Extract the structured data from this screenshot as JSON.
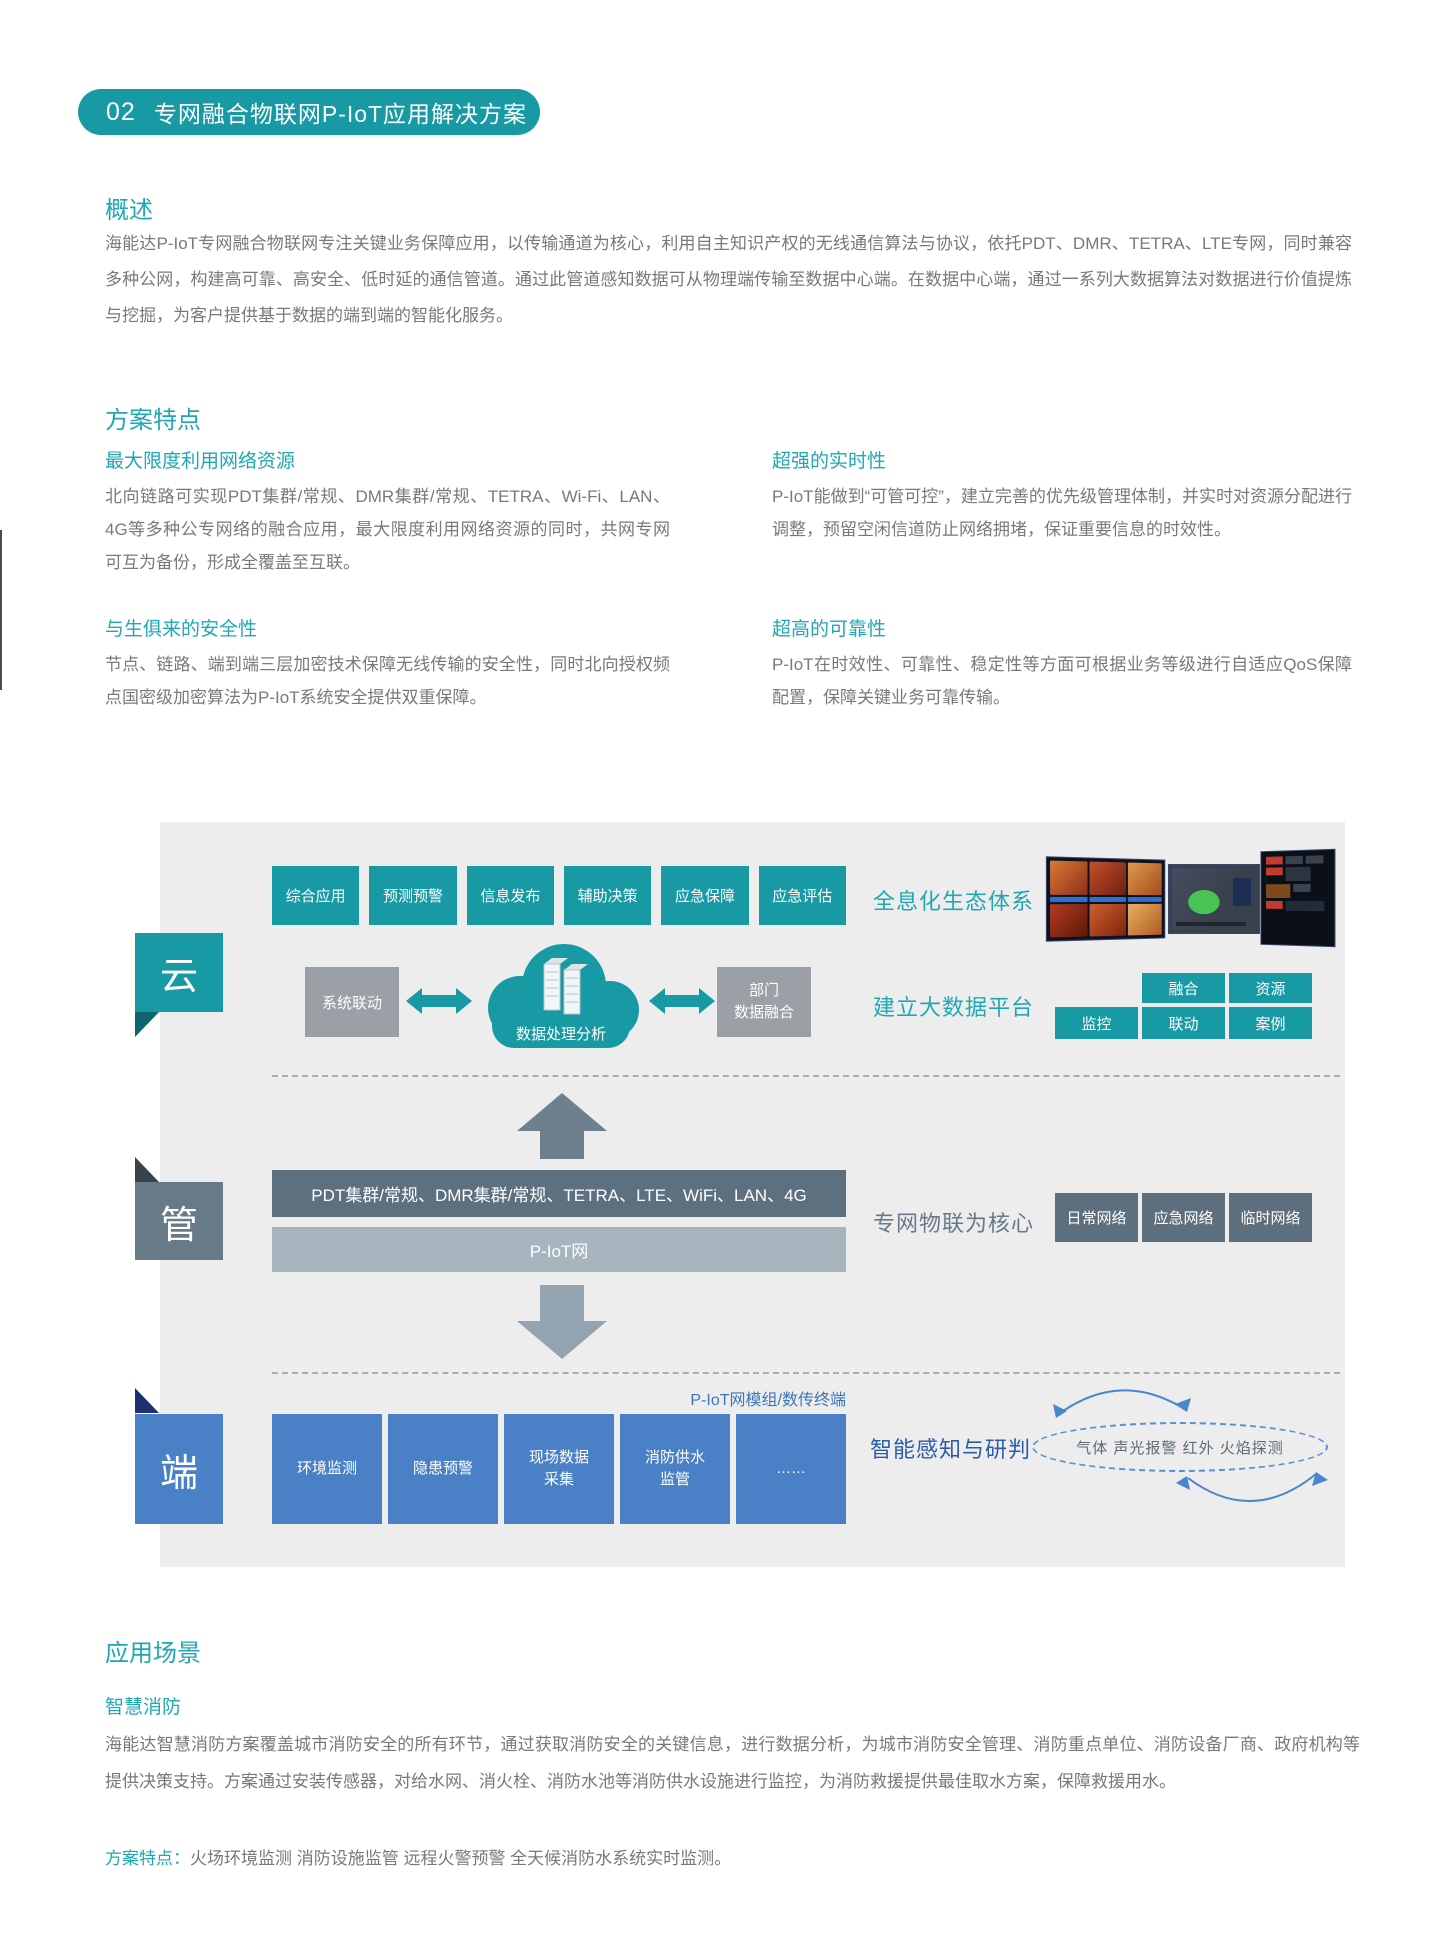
{
  "header": {
    "number": "02",
    "title": "专网融合物联网P-IoT应用解决方案"
  },
  "overview": {
    "title": "概述",
    "body": "海能达P-IoT专网融合物联网专注关键业务保障应用，以传输通道为核心，利用自主知识产权的无线通信算法与协议，依托PDT、DMR、TETRA、LTE专网，同时兼容多种公网，构建高可靠、高安全、低时延的通信管道。通过此管道感知数据可从物理端传输至数据中心端。在数据中心端，通过一系列大数据算法对数据进行价值提炼与挖掘，为客户提供基于数据的端到端的智能化服务。"
  },
  "features": {
    "title": "方案特点",
    "items": [
      {
        "heading": "最大限度利用网络资源",
        "body": "北向链路可实现PDT集群/常规、DMR集群/常规、TETRA、Wi-Fi、LAN、4G等多种公专网络的融合应用，最大限度利用网络资源的同时，共网专网可互为备份，形成全覆盖至互联。"
      },
      {
        "heading": "超强的实时性",
        "body": "P-IoT能做到“可管可控”，建立完善的优先级管理体制，并实时对资源分配进行调整，预留空闲信道防止网络拥堵，保证重要信息的时效性。"
      },
      {
        "heading": "与生俱来的安全性",
        "body": "节点、链路、端到端三层加密技术保障无线传输的安全性，同时北向授权频点国密级加密算法为P-IoT系统安全提供双重保障。"
      },
      {
        "heading": "超高的可靠性",
        "body": "P-IoT在时效性、可靠性、稳定性等方面可根据业务等级进行自适应QoS保障配置，保障关键业务可靠传输。"
      }
    ]
  },
  "diagram": {
    "cloud_layer": {
      "tab": "云",
      "app_boxes": [
        "综合应用",
        "预测预警",
        "信息发布",
        "辅助决策",
        "应急保障",
        "应急评估"
      ],
      "ecosystem_label": "全息化生态体系",
      "left_box": "系统联动",
      "cloud_label": "数据处理分析",
      "right_box": "部门\n数据融合",
      "platform_label": "建立大数据平台",
      "platform_boxes": [
        "融合",
        "资源",
        "监控",
        "联动",
        "案例"
      ]
    },
    "pipe_layer": {
      "tab": "管",
      "bar1": "PDT集群/常规、DMR集群/常规、TETRA、LTE、WiFi、LAN、4G",
      "bar2": "P-IoT网",
      "core_label": "专网物联为核心",
      "network_boxes": [
        "日常网络",
        "应急网络",
        "临时网络"
      ]
    },
    "end_layer": {
      "tab": "端",
      "module_label": "P-IoT网模组/数传终端",
      "end_boxes": [
        "环境监测",
        "隐患预警",
        "现场数据\n采集",
        "消防供水\n监管",
        "……"
      ],
      "sense_label": "智能感知与研判",
      "sensor_text": "气体  声光报警  红外  火焰探测"
    }
  },
  "application": {
    "title": "应用场景",
    "subtitle": "智慧消防",
    "body": "海能达智慧消防方案覆盖城市消防安全的所有环节，通过获取消防安全的关键信息，进行数据分析，为城市消防安全管理、消防重点单位、消防设备厂商、政府机构等提供决策支持。方案通过安装传感器，对给水网、消火栓、消防水池等消防供水设施进行监控，为消防救援提供最佳取水方案，保障救援用水。",
    "features_label": "方案特点：",
    "features_text": "火场环境监测 消防设施监管 远程火警预警 全天候消防水系统实时监测。"
  },
  "icons": {
    "cloud": "cloud-shape-icon",
    "server": "server-rack-icon",
    "screens": [
      "video-wall-screen-icon",
      "map-screen-icon",
      "dashboard-screen-icon"
    ],
    "arrows": [
      "double-arrow-icon",
      "up-arrow-icon",
      "down-arrow-icon",
      "arc-arrow-icon"
    ]
  },
  "colors": {
    "teal": "#189aa5",
    "heading_teal": "#1fa8b3",
    "slate": "#5d7080",
    "slate_light": "#a7b5bf",
    "gray_box": "#9aa0a6",
    "blue": "#4a80c5",
    "blue_text": "#2c5ca8",
    "body_text": "#77797c",
    "panel_bg": "#ededee"
  }
}
